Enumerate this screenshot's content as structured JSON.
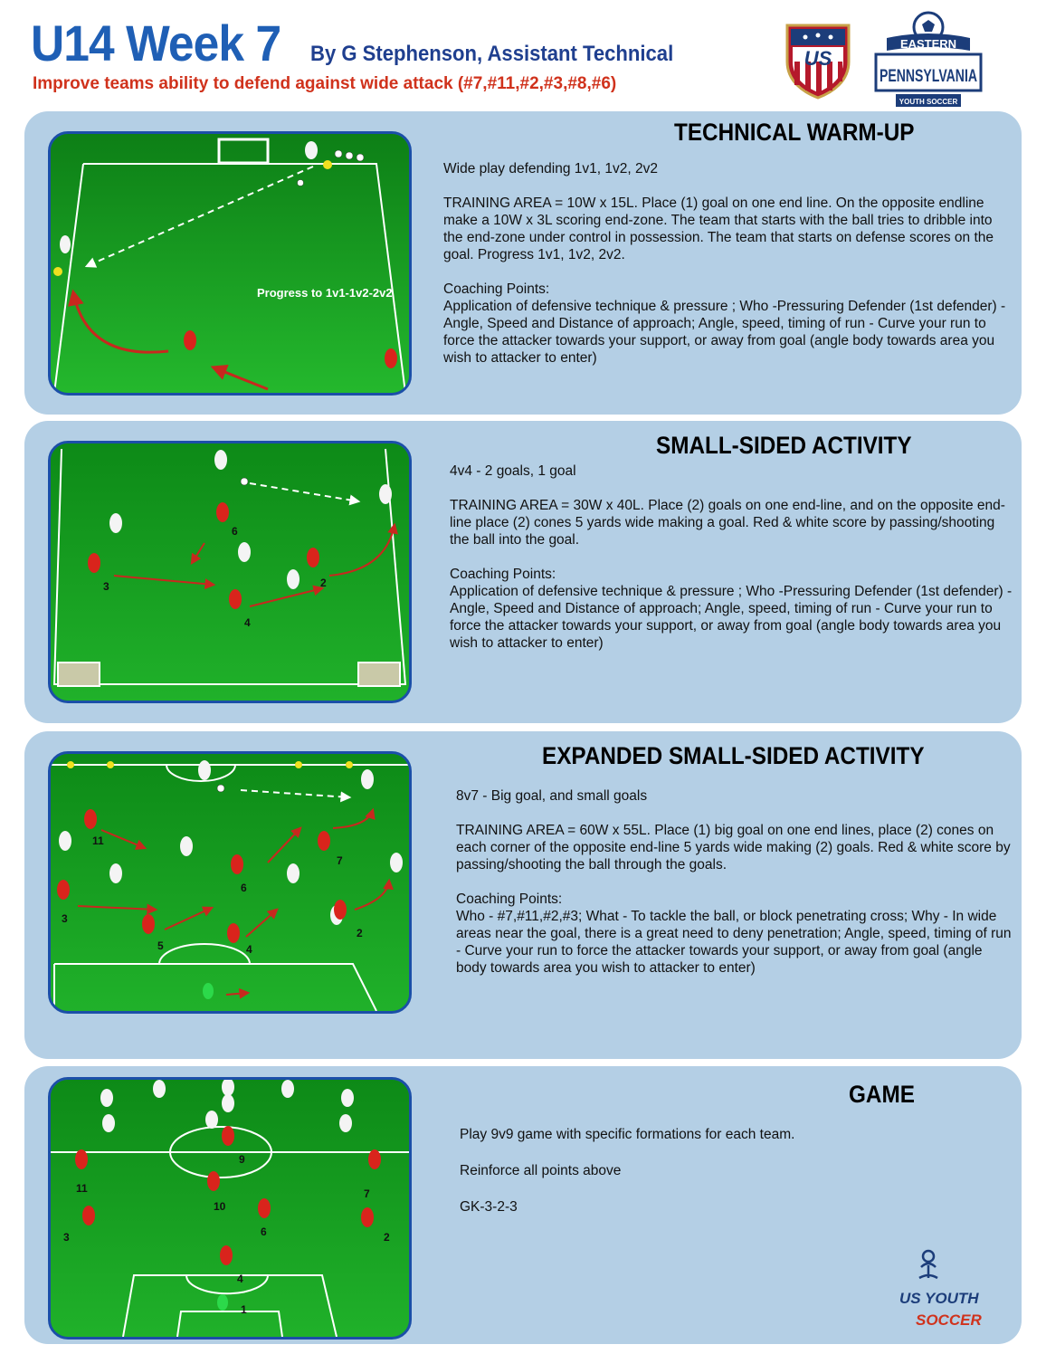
{
  "header": {
    "title": "U14 Week 7",
    "byline": "By G Stephenson, Assistant Technical",
    "subtitle": "Improve teams ability to defend against wide attack (#7,#11,#2,#3,#8,#6)"
  },
  "logos": {
    "ussf": "US",
    "epys_top": "EASTERN",
    "epys_main": "PENNSYLVANIA",
    "epys_bottom": "YOUTH SOCCER",
    "usys_line1": "US YOUTH",
    "usys_line2": "SOCCER"
  },
  "sections": [
    {
      "title": "TECHNICAL WARM-UP",
      "diagram_label": "Progress to 1v1-1v2-2v2",
      "intro": "Wide play defending 1v1, 1v2, 2v2",
      "area_label": "TRAINING AREA",
      "area_text": " = 10W x 15L.  Place (1) goal on one end line. On the opposite endline make a 10W x 3L scoring end-zone. The team that starts with the ball tries to dribble into the end-zone under control in possession. The team that starts on defense scores on the goal. Progress 1v1, 1v2, 2v2.",
      "coaching_label": "Coaching Points:",
      "coaching_text": "Application of defensive technique & pressure ; Who -Pressuring Defender (1st defender) - Angle, Speed and Distance of approach; Angle, speed, timing of run - Curve your run to force the attacker towards your support, or away from goal (angle body towards area you wish to attacker to enter)"
    },
    {
      "title": "SMALL-SIDED ACTIVITY",
      "intro": "4v4 - 2 goals, 1 goal",
      "area_label": "TRAINING AREA",
      "area_text": " = 30W x 40L. Place (2) goals on one end-line, and on the opposite end-line place (2) cones 5 yards wide making a goal. Red & white score by passing/shooting the ball into the goal.",
      "coaching_label": "Coaching Points:",
      "coaching_text": "Application of defensive technique & pressure ; Who -Pressuring Defender (1st defender) - Angle, Speed and Distance of approach; Angle, speed, timing of run - Curve your run to force the attacker towards your support, or away from goal (angle body towards area you wish to attacker to enter)",
      "numbers": [
        "6",
        "3",
        "2",
        "4"
      ]
    },
    {
      "title": "EXPANDED SMALL-SIDED ACTIVITY",
      "intro": "8v7 - Big goal, and small goals",
      "area_label": "TRAINING AREA",
      "area_text": " = 60W x 55L. Place (1) big goal on one end lines, place (2) cones on each corner of the opposite end-line 5 yards wide making (2) goals. Red & white score by passing/shooting the ball through the goals.",
      "coaching_label": "Coaching Points:",
      "coaching_text": "Who - #7,#11,#2,#3;  What - To tackle the ball, or block penetrating cross; Why - In wide areas near the goal, there is a great need to deny penetration; Angle, speed, timing of run - Curve your run to force the attacker towards your support, or away from goal (angle body towards area you wish to attacker to enter)",
      "numbers": [
        "11",
        "7",
        "6",
        "3",
        "5",
        "4",
        "2"
      ]
    },
    {
      "title": "GAME",
      "line1": "Play 9v9 game with specific formations for each team.",
      "line2": "Reinforce all points above",
      "line3": "GK-3-2-3",
      "numbers": [
        "9",
        "11",
        "7",
        "10",
        "3",
        "6",
        "2",
        "4",
        "1"
      ]
    }
  ],
  "colors": {
    "title_blue": "#1f5fb5",
    "subtitle_red": "#d0321c",
    "panel_blue": "#b4cfe5",
    "field_green": "#149a1e",
    "border_blue": "#1b4fa8",
    "arrow_red": "#c8281e"
  }
}
